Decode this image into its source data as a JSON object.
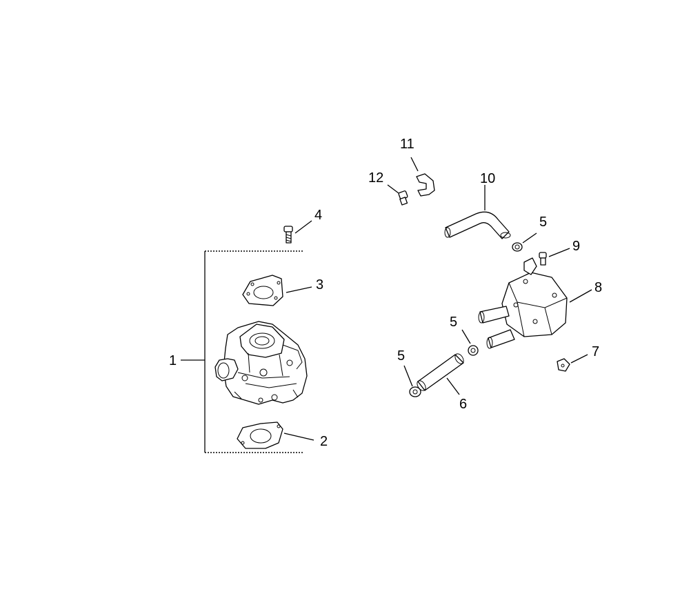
{
  "callouts": {
    "c1": "1",
    "c2": "2",
    "c3": "3",
    "c4": "4",
    "c5a": "5",
    "c5b": "5",
    "c5c": "5",
    "c6": "6",
    "c7": "7",
    "c8": "8",
    "c9": "9",
    "c10": "10",
    "c11": "11",
    "c12": "12"
  }
}
